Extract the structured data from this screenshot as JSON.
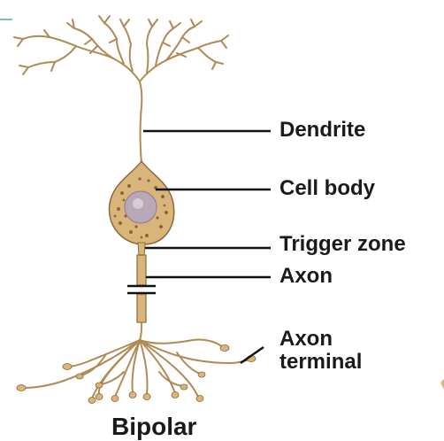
{
  "labels": {
    "dendrite": "Dendrite",
    "cell_body": "Cell body",
    "trigger_zone": "Trigger zone",
    "axon": "Axon",
    "axon_terminal_line1": "Axon",
    "axon_terminal_line2": "terminal"
  },
  "caption": "Bipolar",
  "colors": {
    "neuron_fill": "#d9b57c",
    "neuron_stroke": "#8a6a38",
    "nucleus": "#b9a9b8",
    "leader_line": "#111111"
  }
}
